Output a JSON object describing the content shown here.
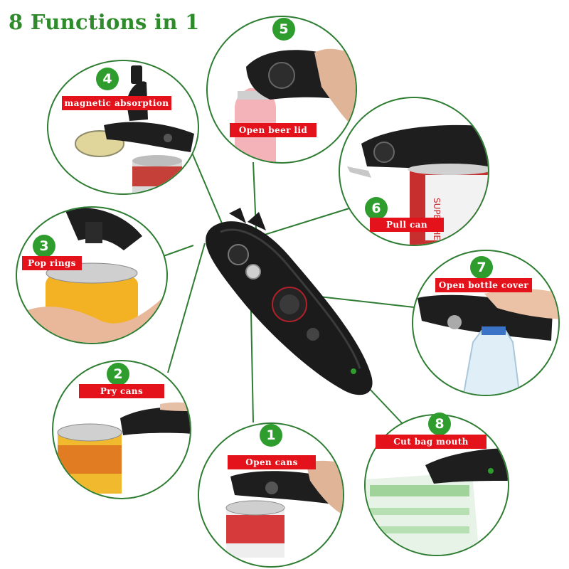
{
  "title": "8 Functions in 1",
  "colors": {
    "accent_green": "#2e9d2e",
    "label_red": "#e3121b",
    "title_green": "#2f8a2c",
    "line_green": "#2e7d32"
  },
  "functions": [
    {
      "number": "1",
      "label": "Open cans"
    },
    {
      "number": "2",
      "label": "Pry cans"
    },
    {
      "number": "3",
      "label": "Pop rings"
    },
    {
      "number": "4",
      "label": "magnetic absorption"
    },
    {
      "number": "5",
      "label": "Open beer lid"
    },
    {
      "number": "6",
      "label": "Pull can"
    },
    {
      "number": "7",
      "label": "Open bottle cover"
    },
    {
      "number": "8",
      "label": "Cut bag mouth"
    }
  ]
}
